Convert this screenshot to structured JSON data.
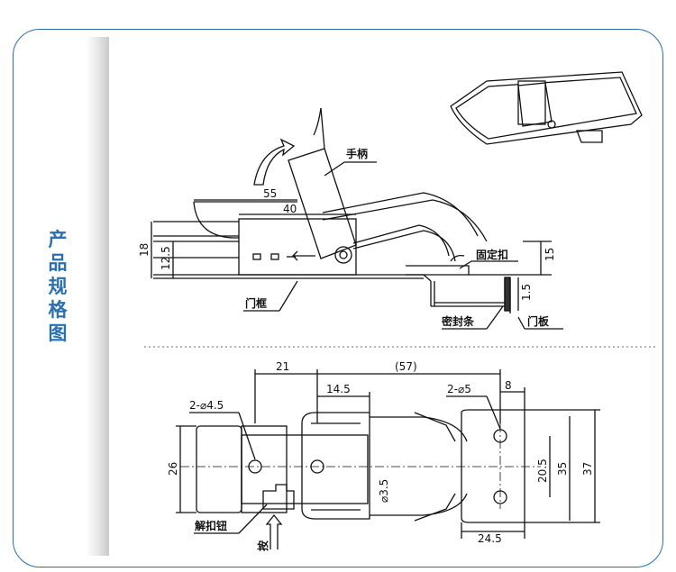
{
  "side_title": [
    "产",
    "品",
    "规",
    "格",
    "图"
  ],
  "top_view": {
    "labels": {
      "handle": "手柄",
      "fixed_buckle": "固定扣",
      "door_frame": "门框",
      "seal_strip": "密封条",
      "door_panel": "门板"
    },
    "dims": {
      "d55": "55",
      "d40": "40",
      "d18": "18",
      "d12_5": "12.5",
      "d15": "15",
      "d1_5": "1.5"
    }
  },
  "bottom_view": {
    "labels": {
      "release_button": "解扣钮",
      "press": "按"
    },
    "dims": {
      "d21": "21",
      "d57": "(57)",
      "d14_5": "14.5",
      "d8": "8",
      "hole_left": "2-⌀4.5",
      "hole_right": "2-⌀5",
      "d26": "26",
      "d3_5": "⌀3.5",
      "d20_5": "20.5",
      "d35": "35",
      "d37": "37",
      "d24_5": "24.5"
    }
  },
  "colors": {
    "accent": "#2a6fb0",
    "line": "#111111"
  }
}
